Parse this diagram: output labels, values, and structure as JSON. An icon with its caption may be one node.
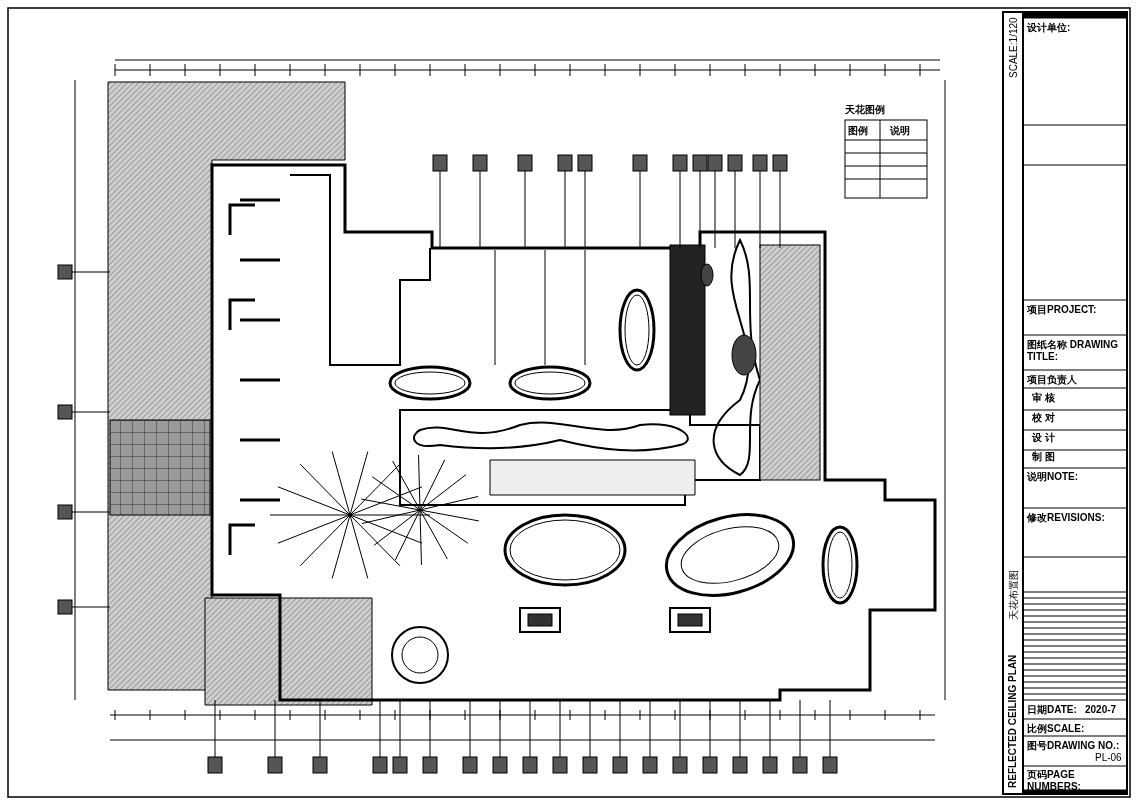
{
  "diagram": {
    "title": "REFLECTED CEILING PLAN",
    "labels": [
      "SCALE:1/120",
      "天花布置图",
      "设计单位:",
      "项目PROJECT:",
      "图纸名称 DRAWING TITLE:",
      "项目负责人",
      "审 核",
      "校 对",
      "设 计",
      "制 图",
      "说明NOTE:",
      "修改REVISIONS:",
      "日期DATE:",
      "2020-7",
      "比例SCALE:",
      "图号DRAWING NO.:",
      "PL-06",
      "页码PAGE NUMBERS:",
      "天花图例",
      "图例",
      "说明"
    ]
  }
}
